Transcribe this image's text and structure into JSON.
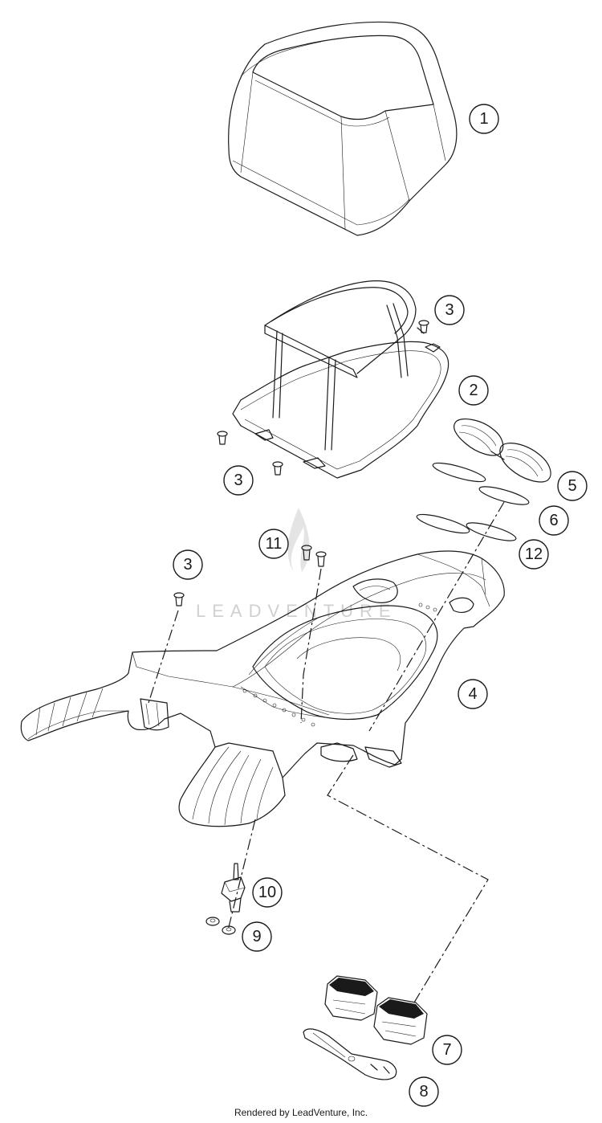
{
  "diagram": {
    "callouts": [
      "1",
      "2",
      "3",
      "3",
      "3",
      "4",
      "5",
      "6",
      "7",
      "8",
      "9",
      "10",
      "11",
      "12"
    ],
    "watermark": "LEADVENTURE",
    "footer": "Rendered by LeadVenture, Inc."
  }
}
